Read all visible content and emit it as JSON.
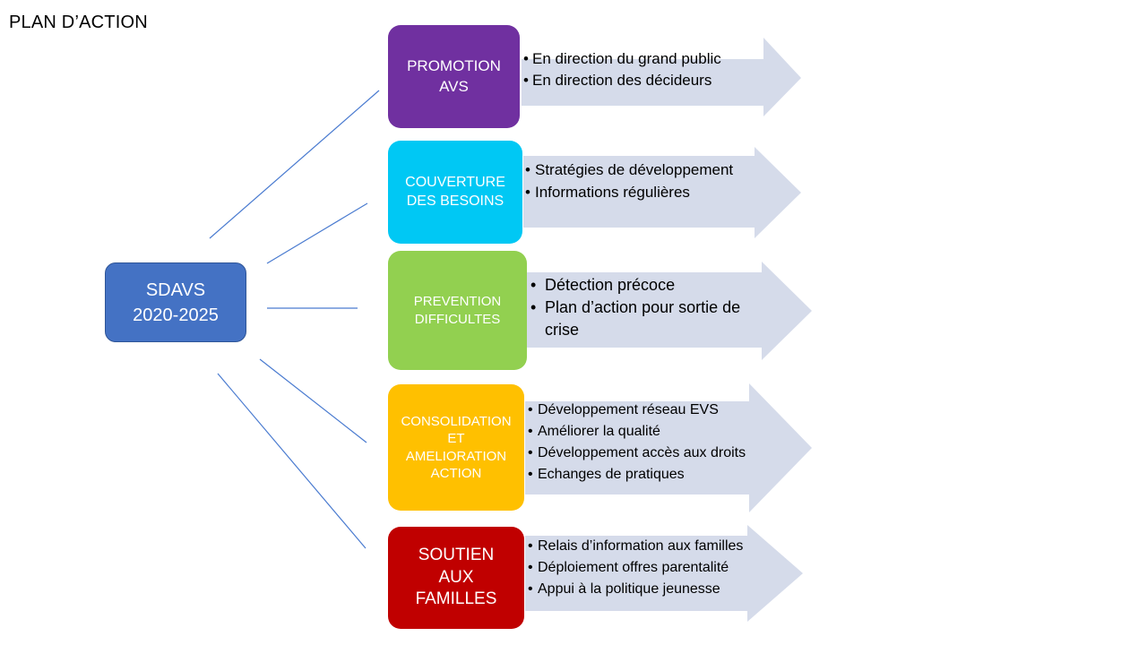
{
  "title": "PLAN D’ACTION",
  "root": {
    "line1": "SDAVS",
    "line2": "2020-2025"
  },
  "colors": {
    "root": "#4472c4",
    "arrow": "#d5dbea",
    "connector": "#4a7bd0",
    "promotion": "#7030a0",
    "couverture": "#00c8f4",
    "prevention": "#92d050",
    "consolidation": "#ffc000",
    "soutien": "#c00000"
  },
  "categories": [
    {
      "key": "promotion",
      "lines": [
        "PROMOTION",
        "AVS"
      ],
      "items": [
        "En direction du grand public",
        "En direction des décideurs"
      ]
    },
    {
      "key": "couverture",
      "lines": [
        "COUVERTURE",
        "DES BESOINS"
      ],
      "items": [
        "Stratégies de développement",
        "Informations régulières"
      ]
    },
    {
      "key": "prevention",
      "lines": [
        "PREVENTION",
        "DIFFICULTES"
      ],
      "items": [
        "Détection précoce",
        "Plan d’action pour sortie de",
        "crise"
      ]
    },
    {
      "key": "consolidation",
      "lines": [
        "CONSOLIDATION",
        "ET",
        "AMELIORATION",
        "ACTION"
      ],
      "items": [
        "Développement réseau EVS",
        "Améliorer la qualité",
        "Développement accès aux droits",
        "Echanges de pratiques"
      ]
    },
    {
      "key": "soutien",
      "lines": [
        "SOUTIEN",
        "AUX",
        "FAMILLES"
      ],
      "items": [
        "Relais d’information aux familles",
        "Déploiement offres parentalité",
        "Appui à la politique jeunesse"
      ]
    }
  ]
}
